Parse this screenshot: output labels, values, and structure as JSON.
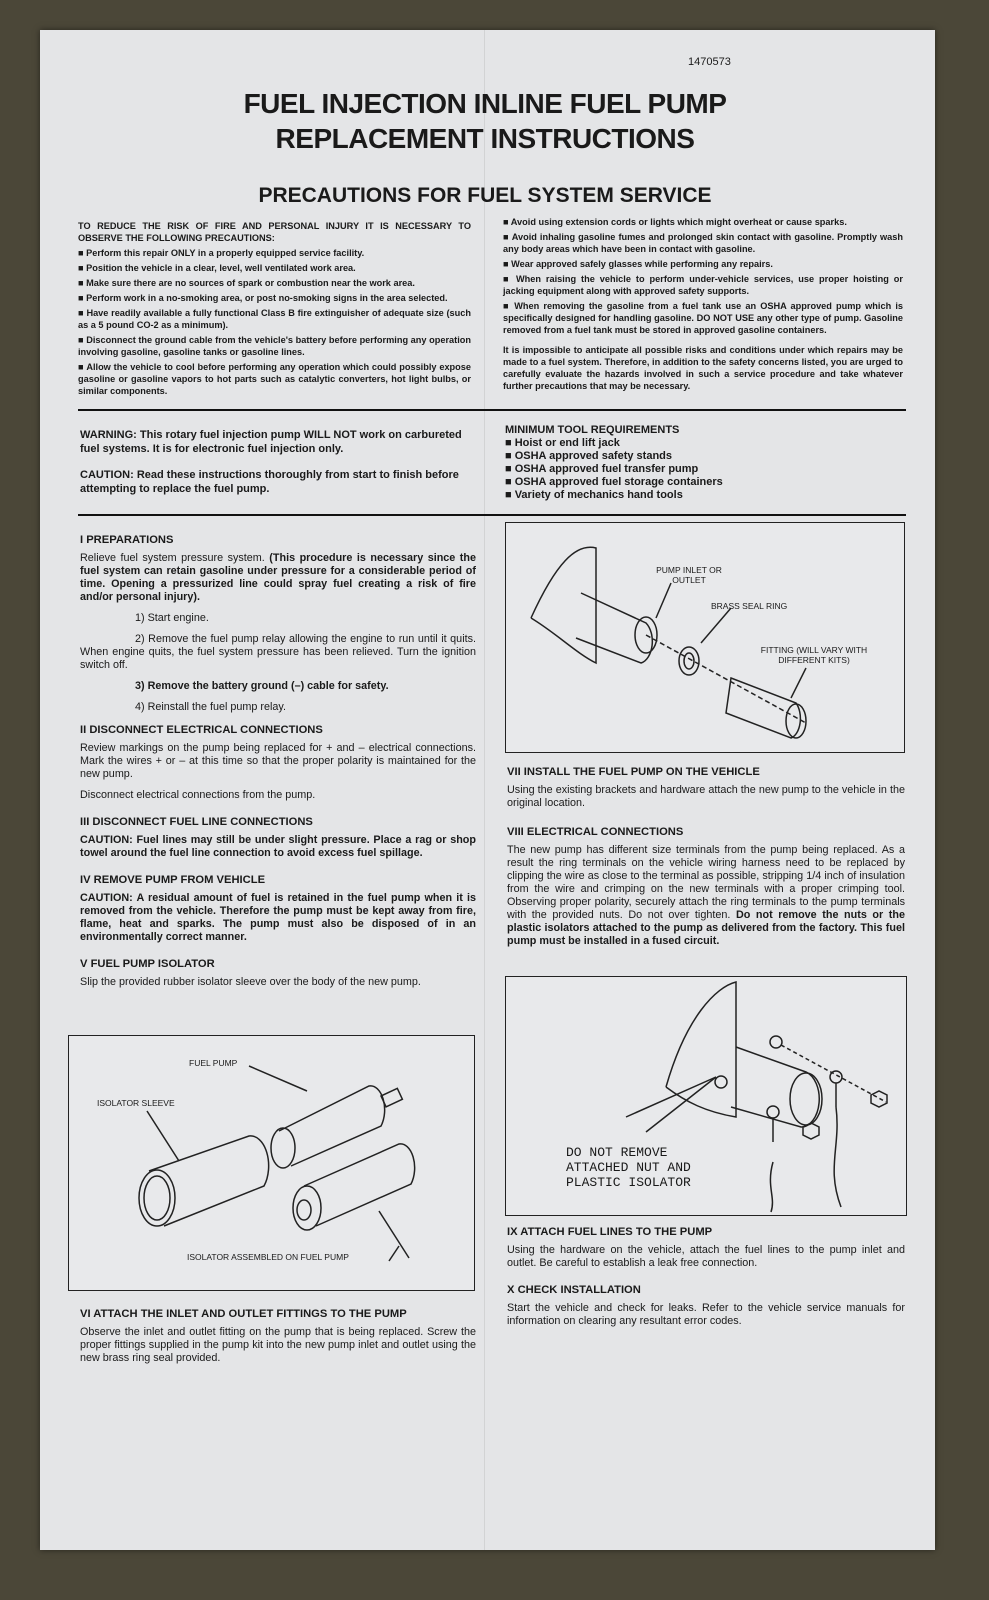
{
  "doc_number": "1470573",
  "title": [
    "FUEL INJECTION INLINE FUEL PUMP",
    "REPLACEMENT INSTRUCTIONS"
  ],
  "subtitle": "PRECAUTIONS FOR FUEL SYSTEM SERVICE",
  "precautions": {
    "intro": "TO REDUCE THE RISK OF FIRE AND PERSONAL INJURY IT IS NECESSARY TO OBSERVE THE FOLLOWING PRECAUTIONS:",
    "left": [
      "Perform this repair ONLY in a properly equipped service facility.",
      "Position the vehicle in a clear, level, well ventilated work area.",
      "Make sure there are no sources of spark or combustion near the work area.",
      "Perform work in a no-smoking area, or post no-smoking signs in the area selected.",
      "Have readily available a fully functional Class B fire extinguisher of adequate size (such as a 5 pound CO-2 as a minimum).",
      "Disconnect the ground cable from the vehicle's battery before performing any operation involving gasoline, gasoline tanks or gasoline lines.",
      "Allow the vehicle to cool before performing any operation which could possibly expose gasoline or gasoline vapors to hot parts such as catalytic converters, hot light bulbs, or similar components."
    ],
    "right": [
      "Avoid using extension cords or lights which might overheat or cause sparks.",
      "Avoid inhaling gasoline fumes and prolonged skin contact with gasoline. Promptly wash any body areas which have been in contact with gasoline.",
      "Wear approved safely glasses while performing any repairs.",
      "When raising the vehicle to perform under-vehicle services, use proper hoisting or jacking equipment along with approved safety supports.",
      "When removing the gasoline from a fuel tank use an OSHA approved pump which is specifically designed for handling gasoline. DO NOT USE any other type of pump. Gasoline removed from a fuel tank must be stored in approved gasoline containers."
    ],
    "closing": "It is impossible to anticipate all possible risks and conditions under which repairs may be made to a fuel system. Therefore, in addition to the safety concerns listed, you are urged to carefully evaluate the hazards involved in such a service procedure and take whatever further precautions that may be necessary."
  },
  "warning": "WARNING: This rotary fuel injection pump WILL NOT work on carbureted fuel systems. It is for electronic fuel injection only.",
  "caution": "CAUTION: Read these instructions thoroughly from start to finish before attempting to replace the fuel pump.",
  "tools": {
    "heading": "MINIMUM TOOL REQUIREMENTS",
    "items": [
      "Hoist or end lift jack",
      "OSHA approved safety stands",
      "OSHA approved fuel transfer pump",
      "OSHA approved fuel storage containers",
      "Variety of mechanics hand tools"
    ]
  },
  "sections": {
    "s1": {
      "heading": "I PREPARATIONS",
      "intro_plain": "Relieve fuel system pressure system. ",
      "intro_bold": "(This procedure is necessary since the fuel system can retain gasoline under pressure for a considerable period of time. Opening a pressurized line could spray fuel creating a risk of fire and/or personal injury).",
      "steps": [
        "1)  Start engine.",
        "2)  Remove the fuel pump relay allowing the engine to run until it quits. When engine quits, the fuel system pressure has been relieved. Turn the ignition switch off.",
        "3)  Remove the battery ground (–) cable for safety.",
        "4)  Reinstall the fuel pump relay."
      ]
    },
    "s2": {
      "heading": "II DISCONNECT ELECTRICAL CONNECTIONS",
      "p1": "Review markings on the pump being replaced for + and – electrical connections. Mark the wires + or – at this time so that the proper polarity is maintained for the new pump.",
      "p2": "Disconnect electrical connections from the pump."
    },
    "s3": {
      "heading": "III  DISCONNECT FUEL LINE CONNECTIONS",
      "body": "CAUTION: Fuel lines may still be under slight pressure. Place a rag or shop towel around the fuel line connection to avoid excess fuel spillage."
    },
    "s4": {
      "heading": "IV  REMOVE PUMP FROM VEHICLE",
      "body": "CAUTION: A residual amount of fuel is retained in the fuel pump when it is removed from the vehicle. Therefore the pump must be kept away from fire, flame, heat and sparks. The pump must also be disposed of in an environmentally correct manner."
    },
    "s5": {
      "heading": "V  FUEL PUMP ISOLATOR",
      "body": "Slip the provided rubber isolator sleeve over the body of the new pump."
    },
    "s6": {
      "heading": "VI  ATTACH THE INLET AND OUTLET FITTINGS TO THE PUMP",
      "body": "Observe the inlet and outlet fitting on the pump that is being replaced. Screw the proper fittings supplied in the pump kit into the new pump inlet and outlet using the new brass ring seal provided."
    },
    "s7": {
      "heading": "VII  INSTALL THE FUEL PUMP ON THE VEHICLE",
      "body": "Using the existing brackets and hardware attach the new pump to the vehicle in the original location."
    },
    "s8": {
      "heading": "VIII   ELECTRICAL CONNECTIONS",
      "body_plain": "The new pump has different size terminals from the pump being replaced. As a result the ring terminals on the vehicle wiring harness need to be replaced by clipping the wire as close to the terminal as possible, stripping 1/4 inch of insulation from the wire and crimping on the new terminals with a proper crimping tool. Observing proper polarity, securely attach the ring terminals  to the pump terminals with the provided nuts. Do not over tighten. ",
      "body_bold": "Do not remove the nuts or the plastic isolators attached to the pump as delivered from the factory. This fuel pump must be installed in a fused circuit."
    },
    "s9": {
      "heading": "IX  ATTACH FUEL LINES TO THE PUMP",
      "body": "Using the hardware on the vehicle, attach the fuel lines to the pump inlet and outlet. Be careful to establish a leak free connection."
    },
    "s10": {
      "heading": "X  CHECK INSTALLATION",
      "body": "Start the vehicle and check for leaks. Refer to the vehicle service manuals for information on clearing any resultant error codes."
    }
  },
  "diagrams": {
    "isolator": {
      "fuel_pump": "FUEL PUMP",
      "sleeve": "ISOLATOR SLEEVE",
      "assembled": "ISOLATOR ASSEMBLED ON FUEL PUMP"
    },
    "fitting": {
      "inlet": "PUMP INLET OR OUTLET",
      "seal": "BRASS SEAL RING",
      "fitting": "FITTING (WILL VARY WITH DIFFERENT KITS)"
    },
    "electrical": {
      "note": [
        "DO NOT REMOVE",
        "ATTACHED NUT AND",
        "PLASTIC ISOLATOR"
      ]
    }
  }
}
